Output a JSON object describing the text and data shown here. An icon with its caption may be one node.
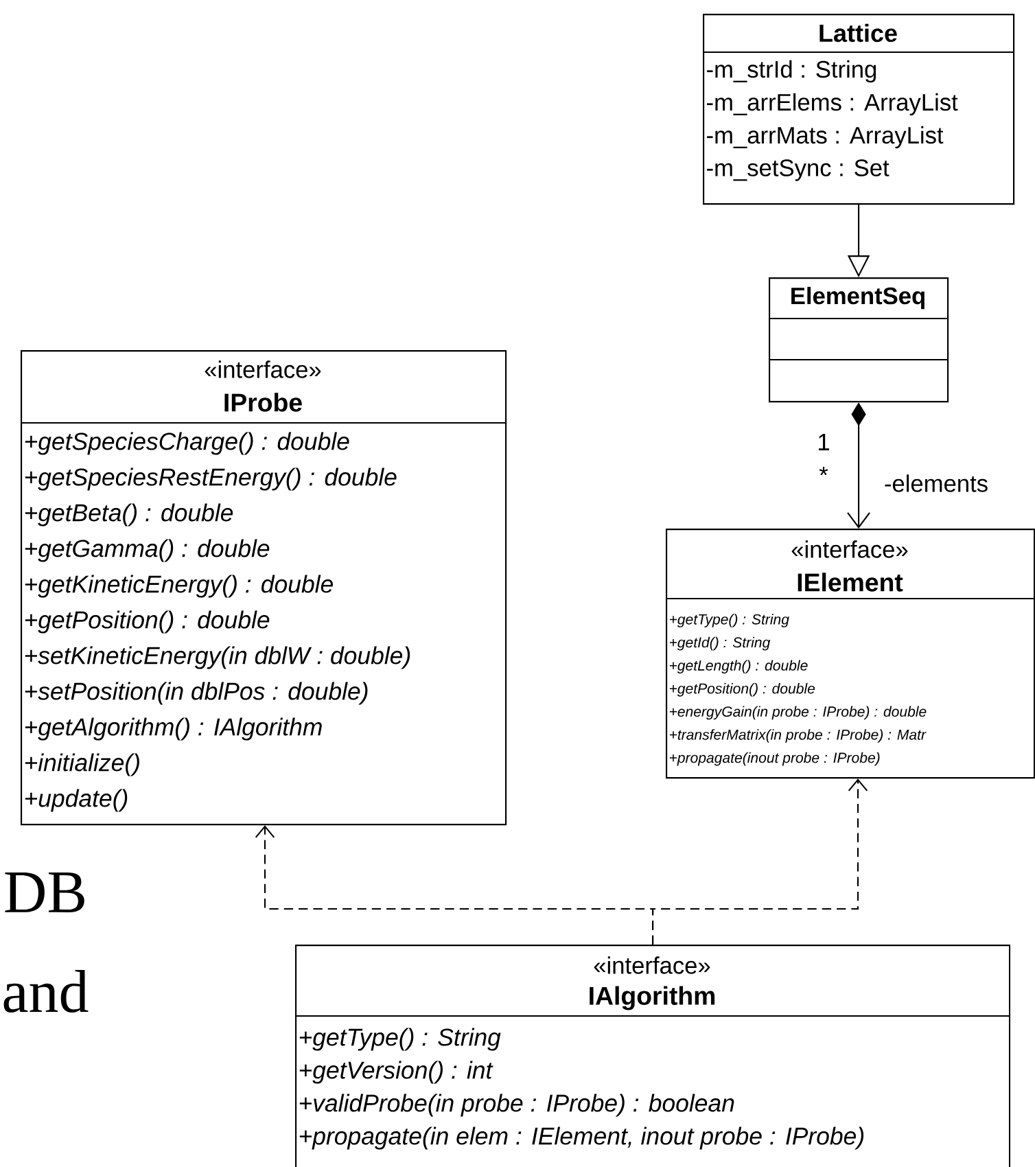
{
  "diagram": {
    "nodes": [
      {
        "text": [
          "Lattice",
          "-m_strId : String",
          "-m_arrElems : ArrayList",
          "-m_arrMats : ArrayList",
          "-m_setSync : Set"
        ]
      },
      {
        "text": [
          "ElementSeq"
        ]
      },
      {
        "text": [
          "«interface»",
          "IProbe",
          "+getSpeciesCharge() : double",
          "+getSpeciesRestEnergy() : double",
          "+getBeta() : double",
          "+getGamma() : double",
          "+getKineticEnergy() : double",
          "+getPosition() : double",
          "+setKineticEnergy(in dblW : double)",
          "+setPosition(in dblPos : double)",
          "+getAlgorithm() : IAlgorithm",
          "+initialize()",
          "+update()"
        ]
      },
      {
        "text": [
          "«interface»",
          "IElement",
          "+getType() : String",
          "+getId() : String",
          "+getLength() : double",
          "+getPosition() : double",
          "+energyGain(in probe : IProbe) : double",
          "+transferMatrix(in probe : IProbe) : Matr",
          "+propagate(inout probe : IProbe)"
        ]
      },
      {
        "text": [
          "«interface»",
          "IAlgorithm",
          "+getType() : String",
          "+getVersion() : int",
          "+validProbe(in probe : IProbe) : boolean",
          "+propagate(in elem : IElement, inout probe : IProbe)"
        ]
      }
    ],
    "edges": [
      {
        "from": 0,
        "to": 1,
        "arrow": "to"
      },
      {
        "from": 1,
        "to": 3,
        "arrow": "to",
        "label": "-elements"
      },
      {
        "from": 4,
        "to": 2,
        "arrow": "to",
        "style": "dashed"
      },
      {
        "from": 4,
        "to": 3,
        "arrow": "to",
        "style": "dashed"
      }
    ],
    "labels": [
      "1",
      "*",
      "DB",
      "and"
    ]
  }
}
